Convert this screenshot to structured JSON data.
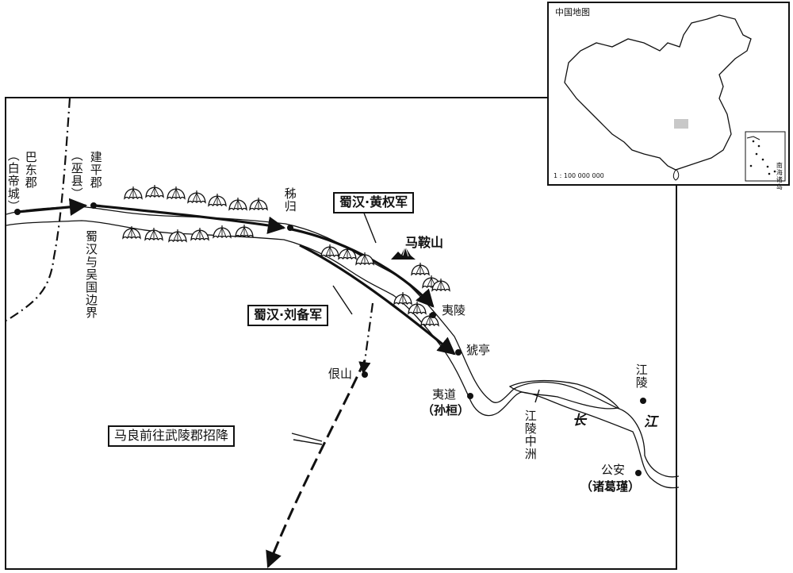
{
  "inset": {
    "title": "中国地图",
    "scale": "1 : 100 000 000",
    "south_sea_label": "南海诸岛"
  },
  "places": {
    "badi": {
      "name": "巴东郡",
      "sub": "（白帝城）"
    },
    "jianping": {
      "name": "建平郡",
      "sub": "（巫县）"
    },
    "zigui": {
      "name": "秭归"
    },
    "yiling": {
      "name": "夷陵"
    },
    "xiaoting": {
      "name": "猇亭"
    },
    "yidao": {
      "name": "夷道",
      "sub": "（孙桓）"
    },
    "jiangling": {
      "name": "江陵"
    },
    "gongan": {
      "name": "公安",
      "sub": "（诸葛瑾）"
    },
    "genshan": {
      "name": "佷山"
    },
    "maanshan": {
      "name": "马鞍山"
    },
    "zhongzhou": {
      "name": "江陵中洲"
    }
  },
  "border_label": "蜀汉与吴国边界",
  "river": {
    "char1": "长",
    "char2": "江"
  },
  "armies": {
    "huangquan": "蜀汉·黄权军",
    "liubei": "蜀汉·刘备军",
    "maliang": "马良前往武陵郡招降"
  },
  "colors": {
    "ink": "#111111",
    "inset_marker": "#c8c8c8"
  },
  "icons": [
    "tent-icon",
    "mountain-icon",
    "arrow-icon",
    "city-dot-icon"
  ]
}
